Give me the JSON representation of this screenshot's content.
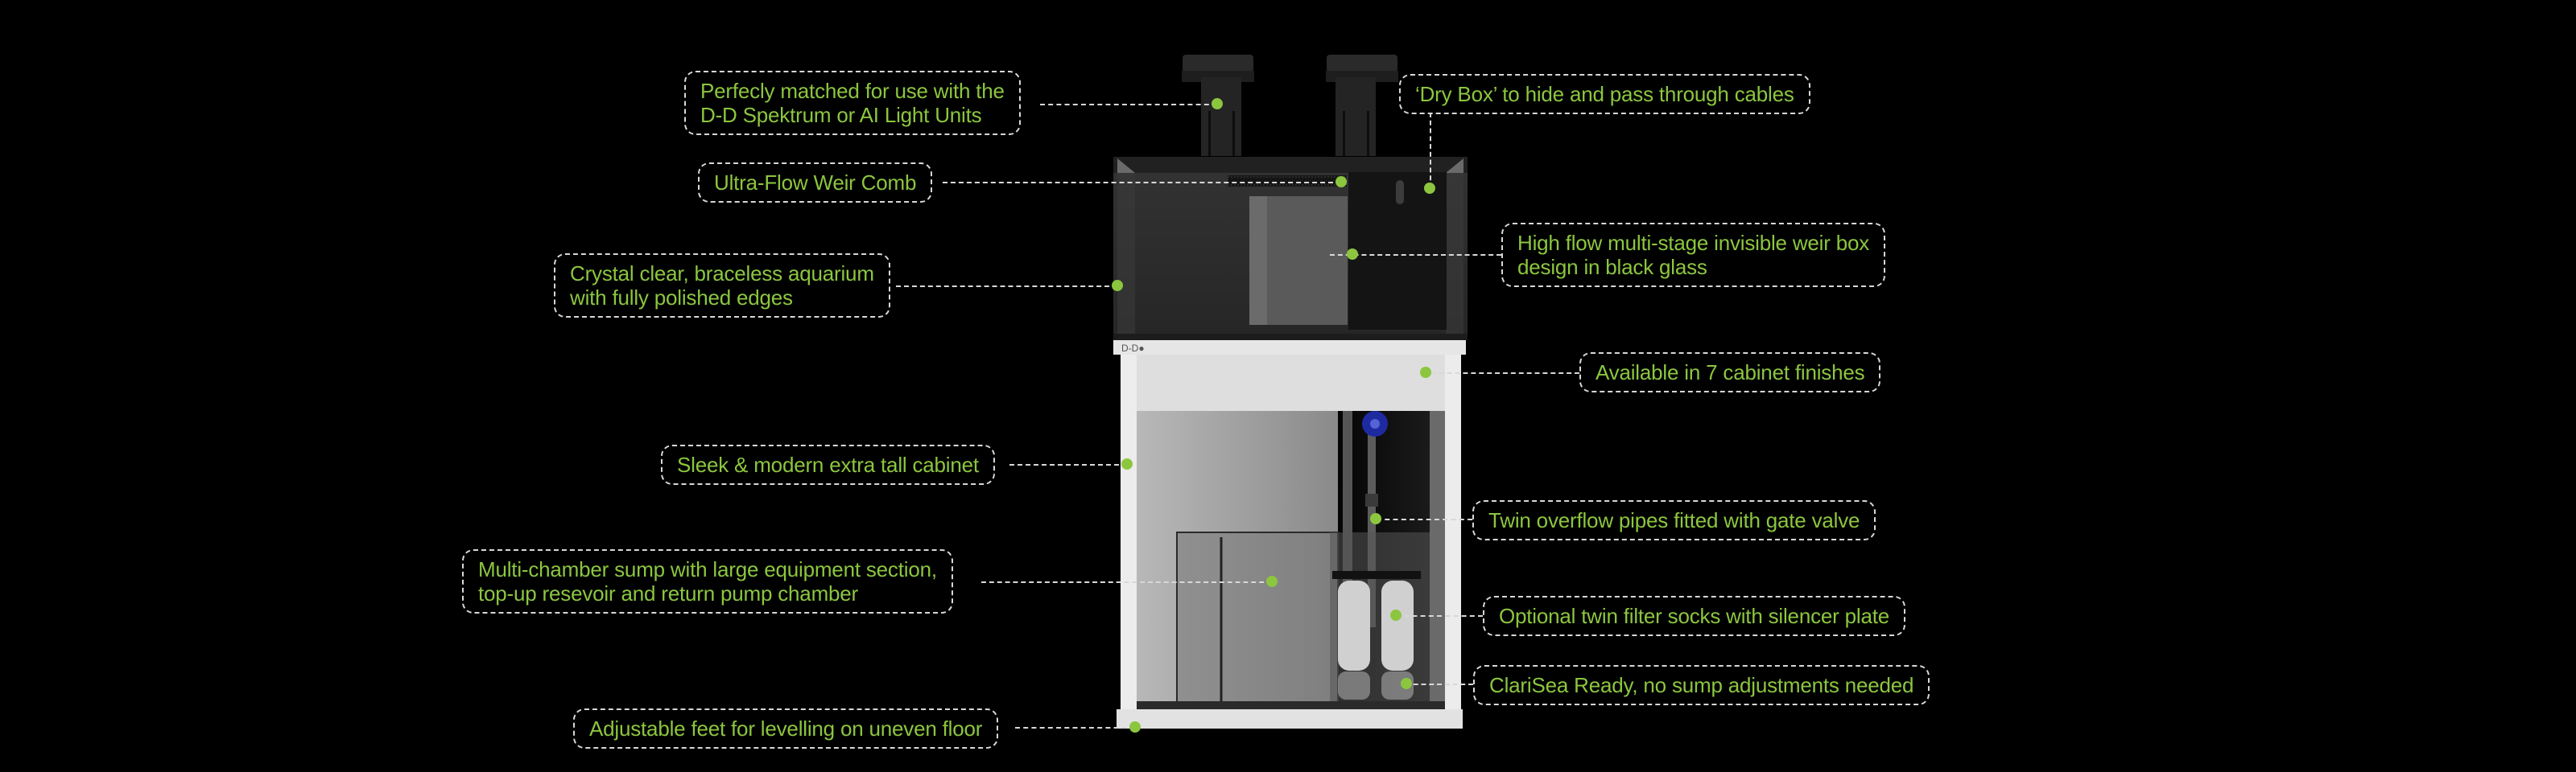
{
  "product": {
    "name": "Aquarium with cabinet and sump",
    "logo_text": "D-D",
    "colors": {
      "background": "#000000",
      "callout_text": "#8cc63f",
      "callout_border": "#d8d8d8",
      "marker_dot": "#8cc63f",
      "cabinet": "#e6e6e6",
      "tank_glass": "#2b2b2b",
      "gate_valve": "#1e2aa0"
    }
  },
  "callouts": [
    {
      "id": "lighting",
      "side": "left",
      "lines": [
        "Perfecly matched for use with the",
        "D-D Spektrum or AI Light Units"
      ]
    },
    {
      "id": "weir-comb",
      "side": "left",
      "lines": [
        "Ultra-Flow Weir Comb"
      ]
    },
    {
      "id": "aquarium-glass",
      "side": "left",
      "lines": [
        "Crystal clear, braceless aquarium",
        "with fully polished edges"
      ]
    },
    {
      "id": "dry-box",
      "side": "right",
      "lines": [
        "‘Dry Box’ to hide and pass through cables"
      ]
    },
    {
      "id": "weir-box",
      "side": "right",
      "lines": [
        "High flow multi-stage invisible weir box",
        "design in black glass"
      ]
    },
    {
      "id": "cabinet-finishes",
      "side": "right",
      "lines": [
        "Available in 7 cabinet finishes"
      ]
    },
    {
      "id": "tall-cabinet",
      "side": "left",
      "lines": [
        "Sleek & modern extra tall cabinet"
      ]
    },
    {
      "id": "overflow-pipes",
      "side": "right",
      "lines": [
        "Twin overflow pipes fitted with gate valve"
      ]
    },
    {
      "id": "sump",
      "side": "left",
      "lines": [
        "Multi-chamber sump with large equipment section,",
        "top-up resevoir and return pump chamber"
      ]
    },
    {
      "id": "filter-socks",
      "side": "right",
      "lines": [
        "Optional twin filter socks with silencer plate"
      ]
    },
    {
      "id": "clarisea",
      "side": "right",
      "lines": [
        "ClariSea Ready, no sump adjustments needed"
      ]
    },
    {
      "id": "feet",
      "side": "left",
      "lines": [
        "Adjustable feet for levelling on uneven floor"
      ]
    }
  ]
}
